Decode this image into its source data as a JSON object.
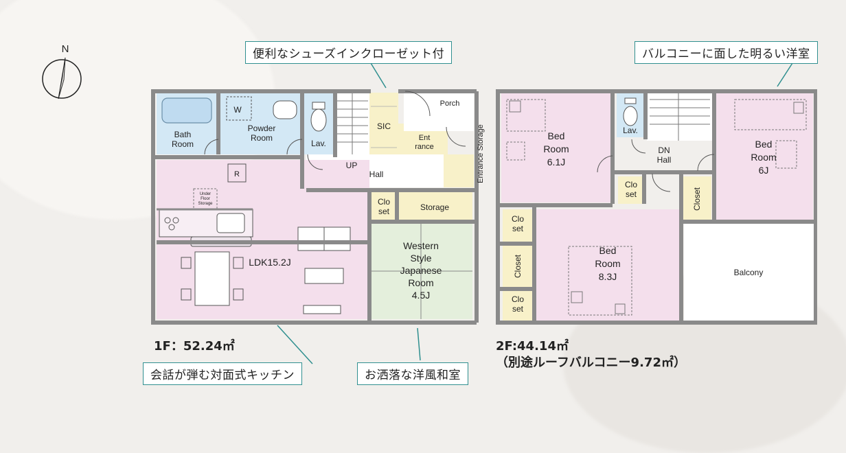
{
  "compass": {
    "label": "N"
  },
  "callouts": {
    "shoes": "便利なシューズインクローゼット付",
    "balcony_room": "バルコニーに面した明るい洋室",
    "kitchen": "会話が弾む対面式キッチン",
    "japanese": "お洒落な洋風和室"
  },
  "floor1": {
    "area": "1F：52.24㎡",
    "rooms": {
      "bath": [
        "Bath",
        "Room"
      ],
      "washer": "W",
      "powder": [
        "Powder",
        "Room"
      ],
      "lav": "Lav.",
      "sic": "SIC",
      "porch": "Porch",
      "entrance": [
        "Ent",
        "rance"
      ],
      "up": "UP",
      "hall": "Hall",
      "entrance_storage": "Entrance Storage",
      "refrigerator": "R",
      "under_floor": [
        "Under",
        "Floor",
        "Storage"
      ],
      "closet": [
        "Clo",
        "set"
      ],
      "storage": "Storage",
      "ldk": "LDK15.2J",
      "japanese": [
        "Western",
        "Style",
        "Japanese",
        "Room",
        "4.5J"
      ]
    }
  },
  "floor2": {
    "area": "2F:44.14㎡",
    "area_note": "（別途ルーフバルコニー9.72㎡）",
    "rooms": {
      "bed1": [
        "Bed",
        "Room",
        "6.1J"
      ],
      "lav": "Lav.",
      "dn": "DN",
      "hall": "Hall",
      "bed2": [
        "Bed",
        "Room",
        "6J"
      ],
      "closet_a": [
        "Clo",
        "set"
      ],
      "closet_b": "Closet",
      "closet_c": [
        "Clo",
        "set"
      ],
      "closet_d": "Closet",
      "closet_e": [
        "Clo",
        "set"
      ],
      "bed3": [
        "Bed",
        "Room",
        "8.3J"
      ],
      "balcony": "Balcony"
    }
  },
  "colors": {
    "pink": "#f4dfec",
    "blue": "#d3e8f5",
    "yellow": "#f8f1c9",
    "green": "#e4efdc",
    "wall": "#8a8a8a",
    "accent": "#2f8f8f"
  }
}
